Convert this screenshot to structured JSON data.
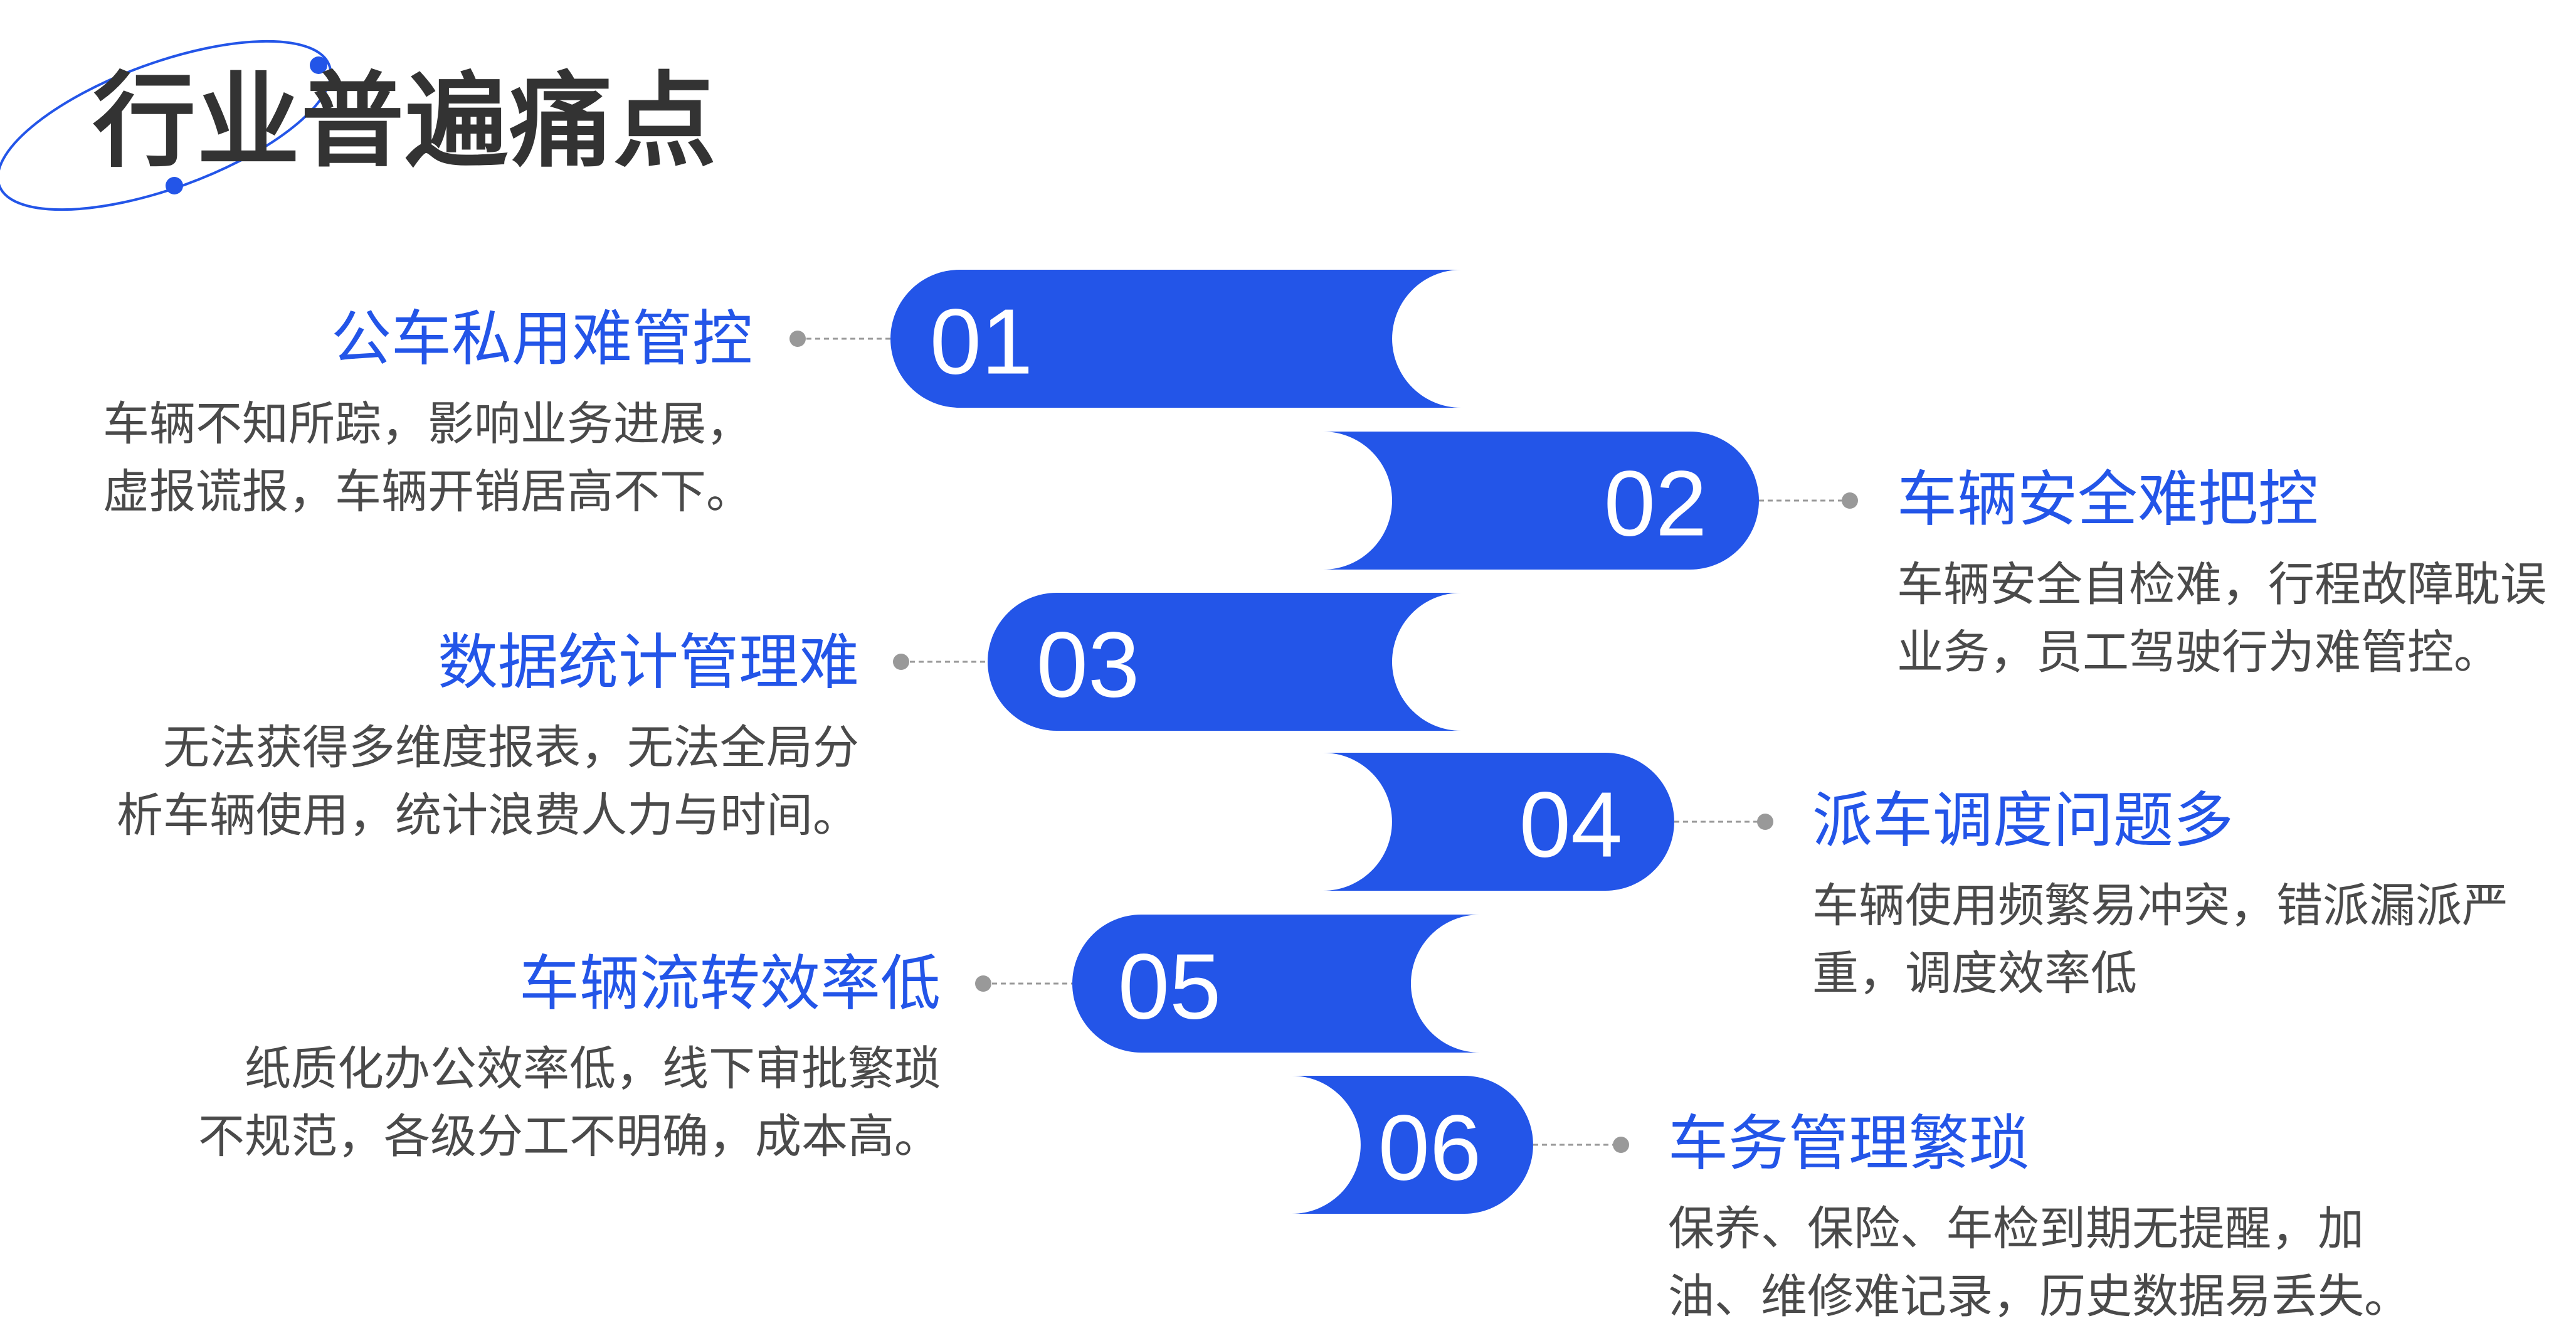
{
  "title": "行业普遍痛点",
  "colors": {
    "accent": "#2355e8",
    "title": "#333333",
    "text": "#4a4a4a",
    "connector": "#999999"
  },
  "items": [
    {
      "number": "01",
      "heading": "公车私用难管控",
      "desc_line1": "车辆不知所踪，影响业务进展，",
      "desc_line2": "虚报谎报，车辆开销居高不下。"
    },
    {
      "number": "02",
      "heading": "车辆安全难把控",
      "desc_line1": "车辆安全自检难，行程故障耽误",
      "desc_line2": "业务，员工驾驶行为难管控。"
    },
    {
      "number": "03",
      "heading": "数据统计管理难",
      "desc_line1": "无法获得多维度报表，无法全局分",
      "desc_line2": "析车辆使用，统计浪费人力与时间。"
    },
    {
      "number": "04",
      "heading": "派车调度问题多",
      "desc_line1": "车辆使用频繁易冲突，错派漏派严",
      "desc_line2": "重，调度效率低"
    },
    {
      "number": "05",
      "heading": "车辆流转效率低",
      "desc_line1": "纸质化办公效率低，线下审批繁琐",
      "desc_line2": "不规范，各级分工不明确，成本高。"
    },
    {
      "number": "06",
      "heading": "车务管理繁琐",
      "desc_line1": "保养、保险、年检到期无提醒，加",
      "desc_line2": "油、维修难记录，历史数据易丢失。"
    }
  ]
}
